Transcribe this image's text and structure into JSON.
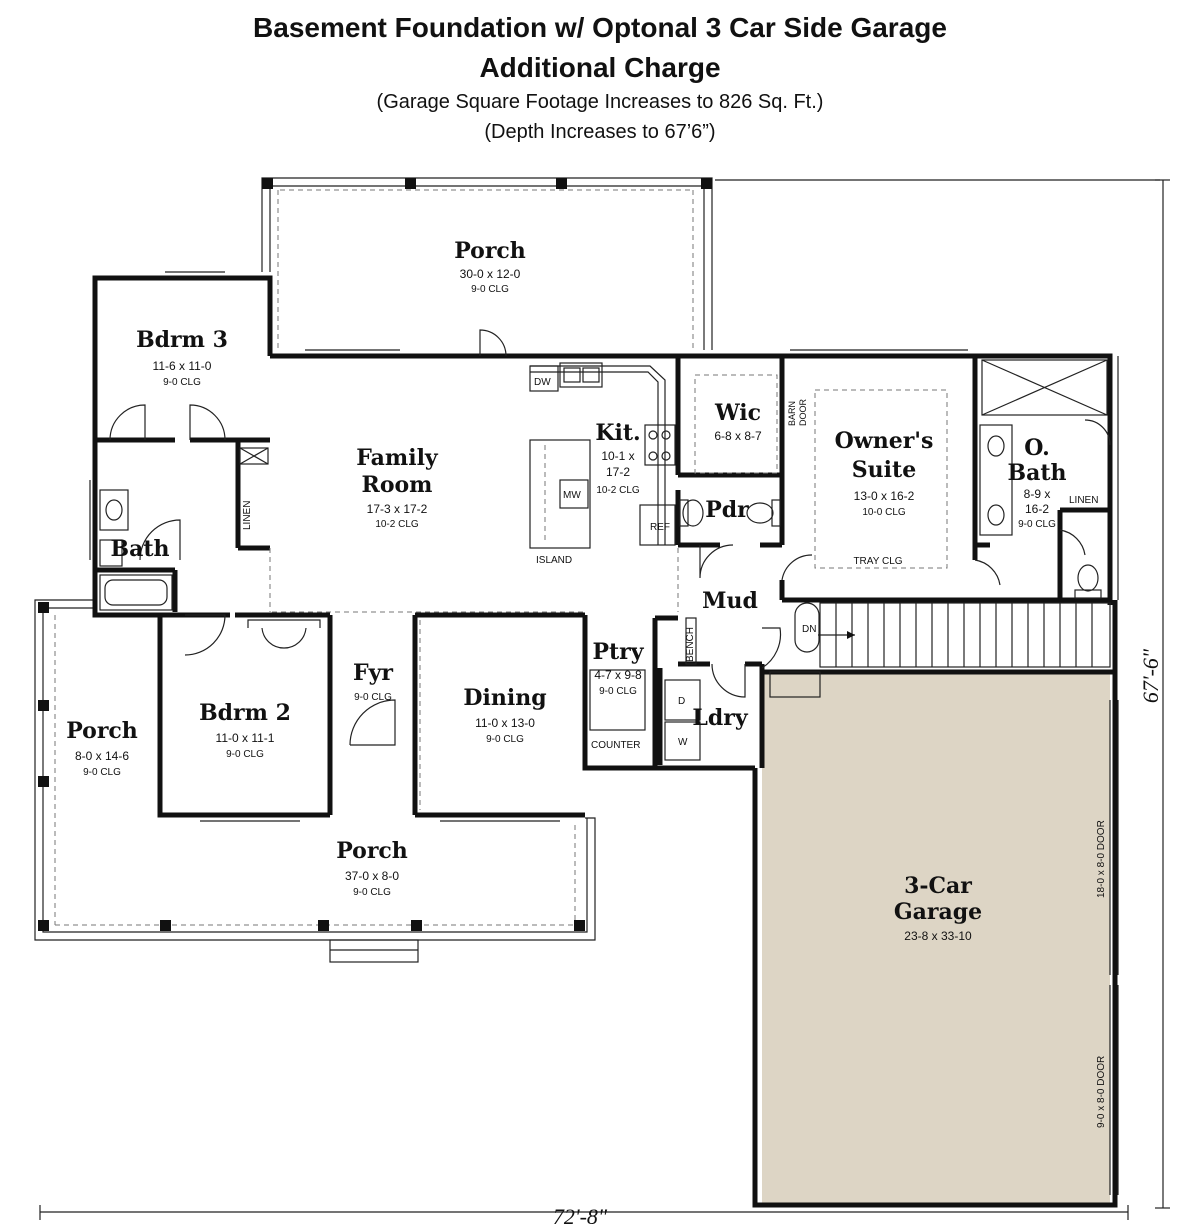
{
  "header": {
    "title_line1": "Basement Foundation w/ Optonal 3 Car Side Garage",
    "title_line2": "Additional Charge",
    "note_line1": "(Garage Square Footage Increases to 826 Sq. Ft.)",
    "note_line2": "(Depth Increases to 67’6”)"
  },
  "rooms": {
    "porch_rear": {
      "name": "Porch",
      "dims": "30-0 x 12-0",
      "clg": "9-0 CLG"
    },
    "bdrm3": {
      "name": "Bdrm 3",
      "dims": "11-6 x 11-0",
      "clg": "9-0 CLG"
    },
    "family": {
      "name1": "Family",
      "name2": "Room",
      "dims": "17-3 x 17-2",
      "clg": "10-2 CLG"
    },
    "kitchen": {
      "name": "Kit.",
      "dims1": "10-1 x",
      "dims2": "17-2",
      "clg": "10-2 CLG"
    },
    "wic": {
      "name": "Wic",
      "dims": "6-8 x 8-7"
    },
    "owners": {
      "name1": "Owner's",
      "name2": "Suite",
      "dims": "13-0 x 16-2",
      "clg": "10-0 CLG",
      "tray": "TRAY CLG"
    },
    "obath": {
      "name1": "O.",
      "name2": "Bath",
      "dims1": "8-9 x",
      "dims2": "16-2",
      "clg": "9-0 CLG"
    },
    "pdr": {
      "name": "Pdr"
    },
    "bath": {
      "name": "Bath"
    },
    "mud": {
      "name": "Mud"
    },
    "ptry": {
      "name": "Ptry",
      "dims": "4-7 x 9-8",
      "clg": "9-0 CLG"
    },
    "ldry": {
      "name": "Ldry"
    },
    "fyr": {
      "name": "Fyr",
      "clg": "9-0 CLG"
    },
    "dining": {
      "name": "Dining",
      "dims": "11-0 x 13-0",
      "clg": "9-0 CLG"
    },
    "bdrm2": {
      "name": "Bdrm 2",
      "dims": "11-0 x 11-1",
      "clg": "9-0 CLG"
    },
    "porch_left": {
      "name": "Porch",
      "dims": "8-0 x 14-6",
      "clg": "9-0 CLG"
    },
    "porch_front": {
      "name": "Porch",
      "dims": "37-0 x 8-0",
      "clg": "9-0 CLG"
    },
    "garage": {
      "name1": "3-Car",
      "name2": "Garage",
      "dims": "23-8 x 33-10"
    }
  },
  "fixtures": {
    "dw": "DW",
    "mw": "MW",
    "ref": "REF",
    "island": "ISLAND",
    "linen_hall": "LINEN",
    "linen_obath": "LINEN",
    "barn_door1": "BARN",
    "barn_door2": "DOOR",
    "bench": "BENCH",
    "counter": "COUNTER",
    "dn": "DN",
    "dryer": "D",
    "washer": "W",
    "door_18": "18-0 x 8-0 DOOR",
    "door_9": "9-0 x 8-0 DOOR"
  },
  "dimensions": {
    "width": "72'-8\"",
    "depth": "67'-6\""
  },
  "colors": {
    "garage_fill": "#ddd5c5",
    "wall": "#111111"
  }
}
